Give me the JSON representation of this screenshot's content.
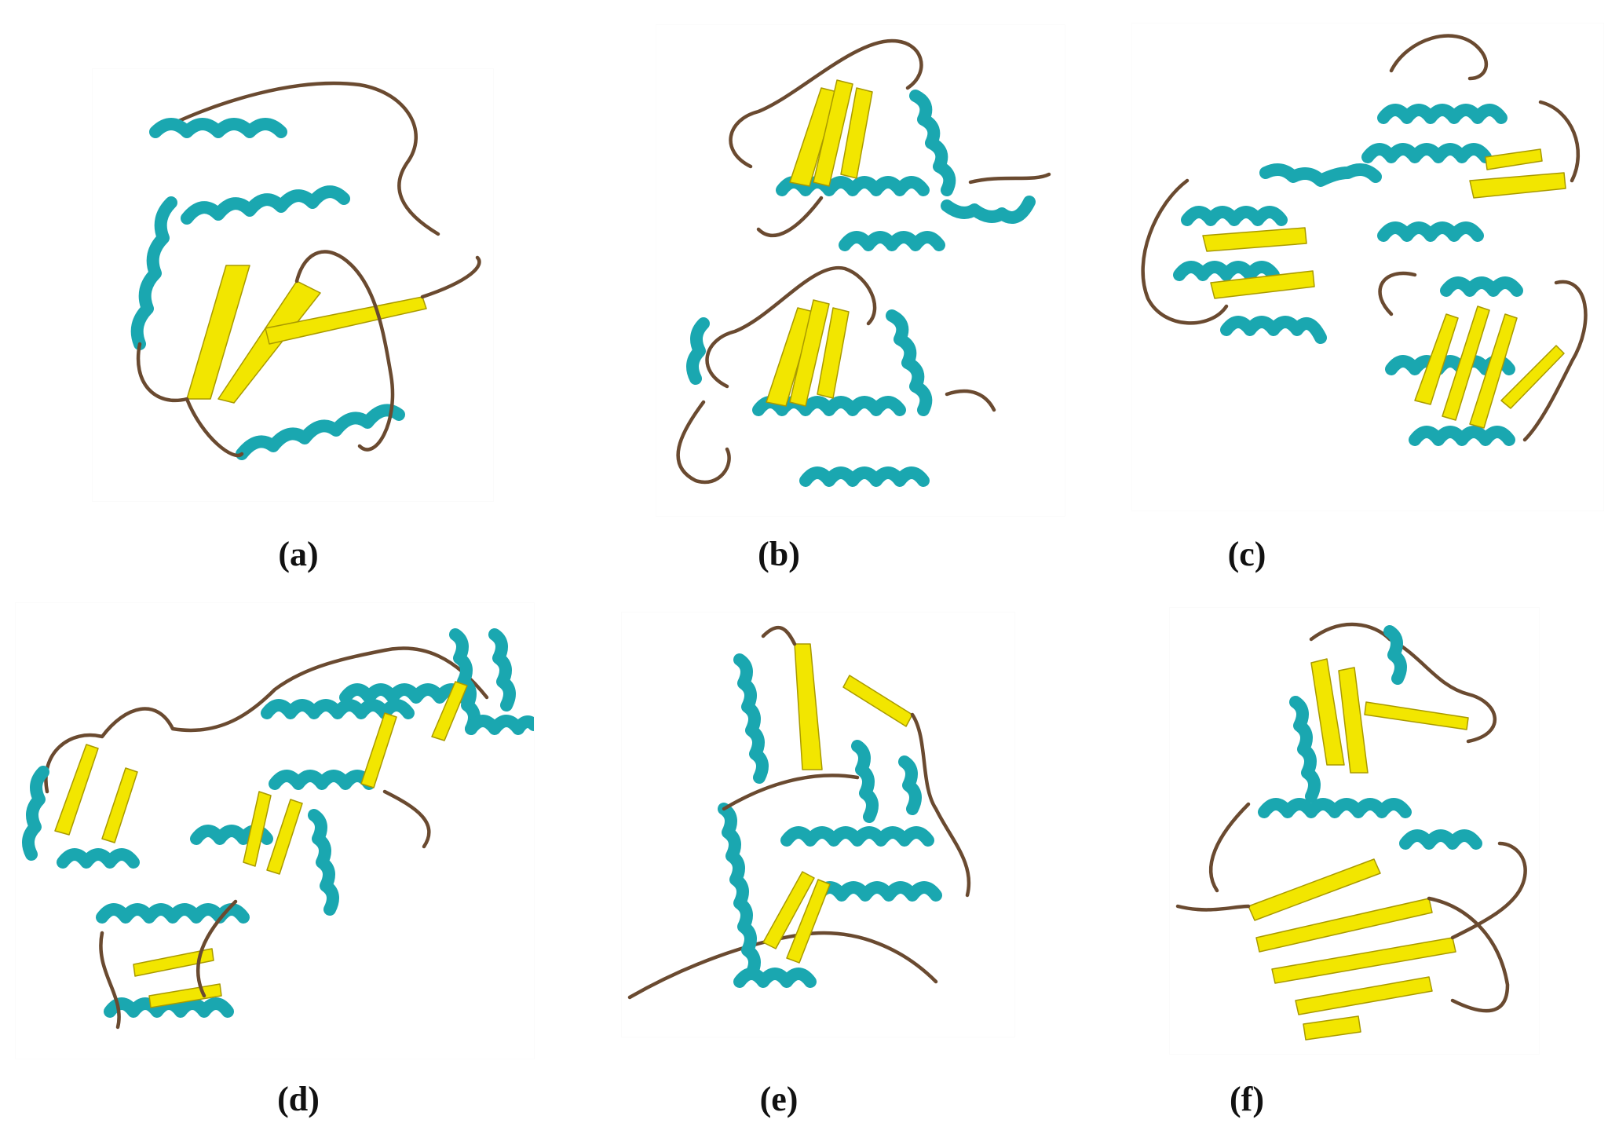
{
  "figure": {
    "panels": [
      {
        "id": "a",
        "label": "(a)"
      },
      {
        "id": "b",
        "label": "(b)"
      },
      {
        "id": "c",
        "label": "(c)"
      },
      {
        "id": "d",
        "label": "(d)"
      },
      {
        "id": "e",
        "label": "(e)"
      },
      {
        "id": "f",
        "label": "(f)"
      }
    ],
    "colors": {
      "helix": "#1aa7b0",
      "sheet": "#f2e600",
      "coil": "#6a4a30",
      "background": "#ffffff"
    }
  }
}
